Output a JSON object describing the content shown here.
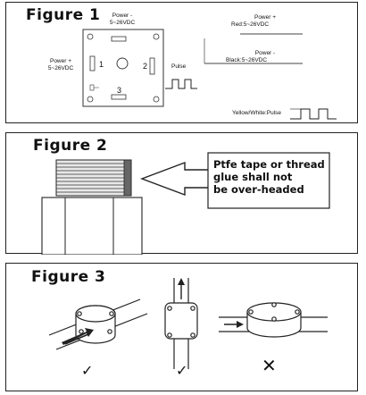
{
  "figure1": {
    "title": "Figure  1",
    "sensor_power_minus": [
      "Power -",
      "5~26VDC"
    ],
    "sensor_power_plus": [
      "Power +",
      "5~26VDC"
    ],
    "pin_labels": [
      "1",
      "2",
      "3"
    ],
    "pulse_label": "Pulse",
    "wire_red": [
      "Power +",
      "Red:5~26VDC"
    ],
    "wire_black": [
      "Power -",
      "Black:5~26VDC"
    ],
    "wire_pulse": "Yellow/White:Pulse"
  },
  "figure2": {
    "title": "Figure  2",
    "note_lines": [
      "Ptfe tape or thread",
      "glue shall not",
      "be over-headed"
    ]
  },
  "figure3": {
    "title": "Figure  3",
    "marks": [
      "✓",
      "✓",
      "✕"
    ]
  }
}
